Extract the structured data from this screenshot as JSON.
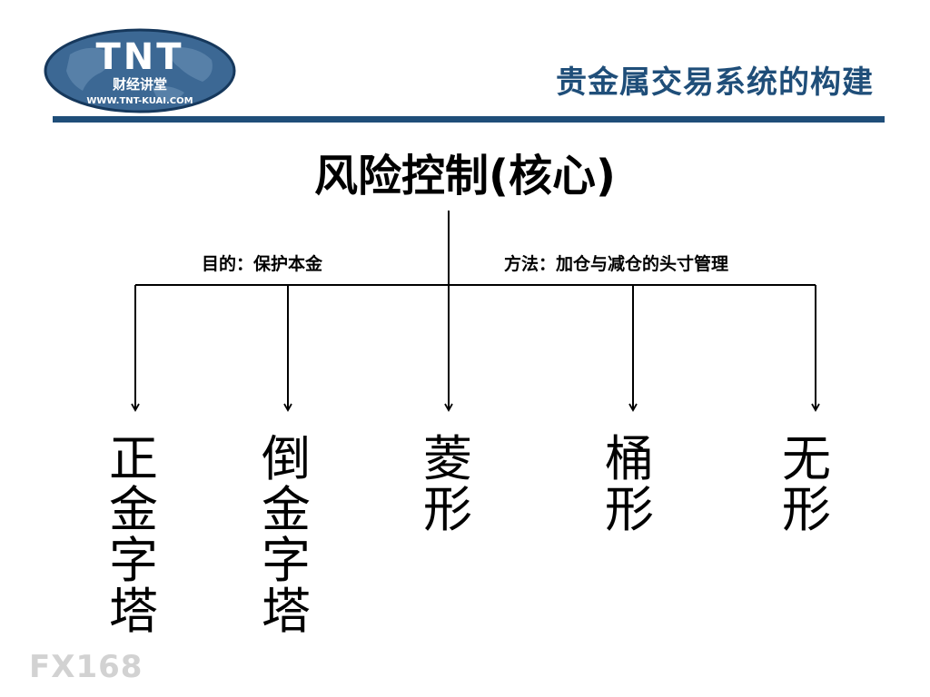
{
  "header": {
    "logo": {
      "brand": "TNT",
      "tagline": "财经讲堂",
      "url": "WWW.TNT-KUAI.COM",
      "colors": {
        "oval": "#3c6894",
        "rim": "#16385c",
        "brand_text": "#ffffff"
      }
    },
    "title": "贵金属交易系统的构建",
    "title_color": "#1f4e79",
    "rule_color": "#1f4e79"
  },
  "diagram": {
    "main_topic": "风险控制(核心)",
    "branch_labels": {
      "left": "目的：保护本金",
      "right": "方法：加仓与减仓的头寸管理"
    },
    "leaves": [
      {
        "label": "正金字塔",
        "chars": [
          "正",
          "金",
          "字",
          "塔"
        ]
      },
      {
        "label": "倒金字塔",
        "chars": [
          "倒",
          "金",
          "字",
          "塔"
        ]
      },
      {
        "label": "菱形",
        "chars": [
          "菱",
          "形"
        ]
      },
      {
        "label": "桶形",
        "chars": [
          "桶",
          "形"
        ]
      },
      {
        "label": "无形",
        "chars": [
          "无",
          "形"
        ]
      }
    ],
    "line_color": "#000000"
  },
  "watermark": {
    "text": "FX168",
    "color": "#d2d2d2"
  }
}
